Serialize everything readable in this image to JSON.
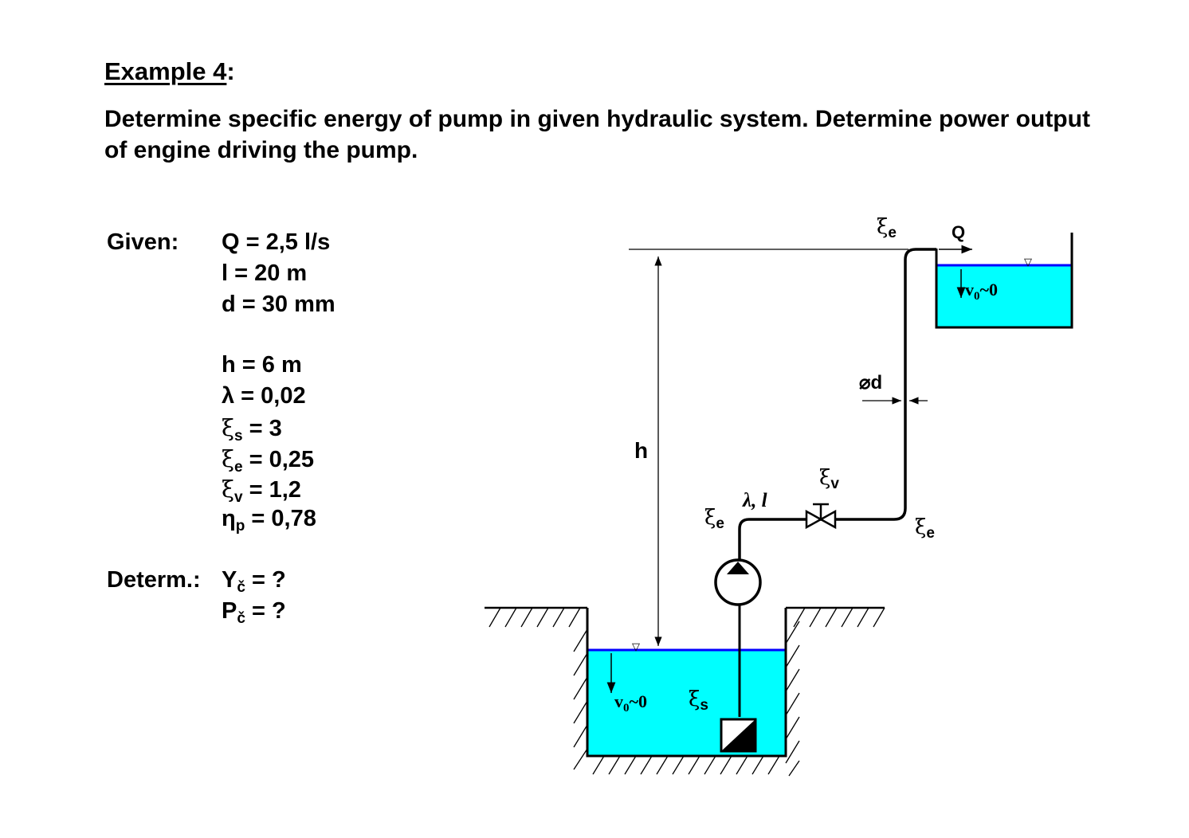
{
  "header": {
    "title_prefix": "Example 4",
    "title_suffix": ":",
    "task": "Determine specific energy of pump in given hydraulic system. Determine power output of engine driving the pump."
  },
  "given": {
    "label": "Given:",
    "q": "Q = 2,5 l/s",
    "l": "l = 20 m",
    "d": "d = 30 mm",
    "h": "h = 6 m",
    "lambda": "λ = 0,02",
    "xi_s": {
      "sym": "ξ",
      "sub": "s",
      "val": " = 3"
    },
    "xi_e": {
      "sym": "ξ",
      "sub": "e",
      "val": " = 0,25"
    },
    "xi_v": {
      "sym": "ξ",
      "sub": "v",
      "val": " = 1,2"
    },
    "eta_p": {
      "sym": "η",
      "sub": "p",
      "val": " = 0,78"
    }
  },
  "determ": {
    "label": "Determ.:",
    "y": {
      "sym": "Y",
      "sub": "č",
      "val": " = ?"
    },
    "p": {
      "sym": "P",
      "sub": "č",
      "val": " = ?"
    }
  },
  "diagram": {
    "colors": {
      "water": "#00ffff",
      "water_line": "#0000ff",
      "line": "#000000"
    },
    "labels": {
      "h": "h",
      "q": "Q",
      "diameter": "⌀d",
      "lambda_l": "λ, l",
      "xi": "ξ",
      "sub_e": "e",
      "sub_s": "s",
      "sub_v": "v",
      "v0": "v",
      "v0_sub": "0",
      "v0_tail": "~0",
      "surface_mark": "▽"
    }
  }
}
